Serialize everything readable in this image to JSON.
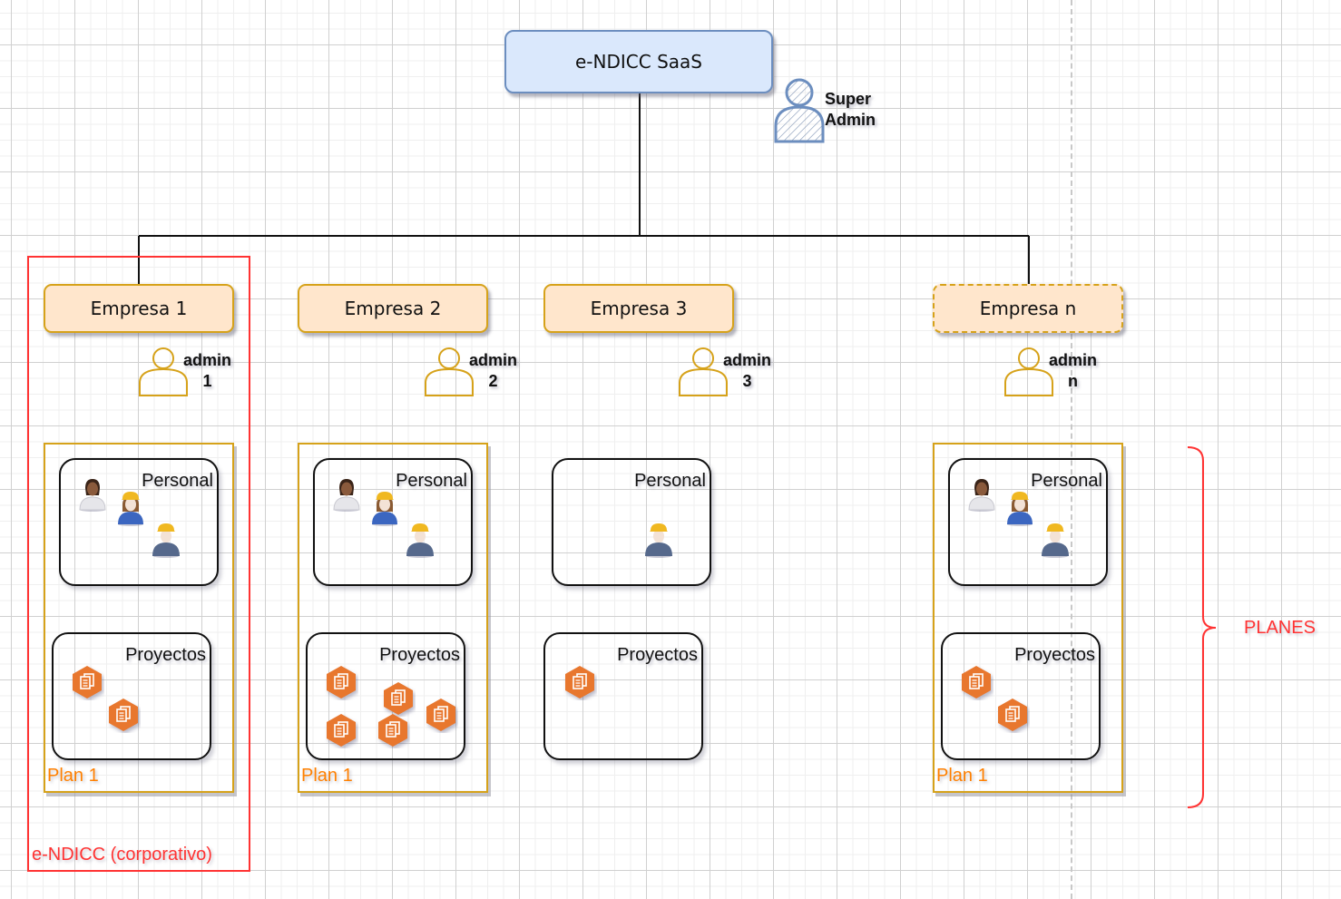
{
  "root": {
    "label": "e-NDICC SaaS",
    "super_admin_label_line1": "Super",
    "super_admin_label_line2": "Admin"
  },
  "empresas": [
    {
      "label": "Empresa 1",
      "admin_line1": "admin",
      "admin_line2": "1",
      "plan_label": "Plan 1",
      "personal_label": "Personal",
      "proyectos_label": "Proyectos",
      "personal_count": 3,
      "proyectos_count": 2,
      "dashed": false
    },
    {
      "label": "Empresa 2",
      "admin_line1": "admin",
      "admin_line2": "2",
      "plan_label": "Plan 1",
      "personal_label": "Personal",
      "proyectos_label": "Proyectos",
      "personal_count": 3,
      "proyectos_count": 5,
      "dashed": false
    },
    {
      "label": "Empresa 3",
      "admin_line1": "admin",
      "admin_line2": "3",
      "plan_label": "",
      "personal_label": "Personal",
      "proyectos_label": "Proyectos",
      "personal_count": 1,
      "proyectos_count": 1,
      "dashed": false
    },
    {
      "label": "Empresa n",
      "admin_line1": "admin",
      "admin_line2": "n",
      "plan_label": "Plan 1",
      "personal_label": "Personal",
      "proyectos_label": "Proyectos",
      "personal_count": 3,
      "proyectos_count": 2,
      "dashed": true
    }
  ],
  "corporate_group": {
    "label": "e-NDICC (corporativo)"
  },
  "planes_brace": {
    "label": "PLANES"
  },
  "colors": {
    "root_fill": "#dae8fc",
    "root_stroke": "#6c8ebf",
    "empresa_fill": "#ffe6cc",
    "empresa_stroke": "#d6a21a",
    "plan_label": "#ff8000",
    "corporate": "#ff3333",
    "project_icon": "#e8772e"
  }
}
